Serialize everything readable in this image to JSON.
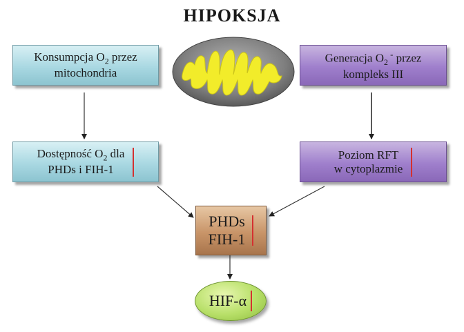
{
  "title": "HIPOKSJA",
  "boxes": {
    "consumption": {
      "line1_prefix": "Konsumpcja O",
      "line1_sub": "2",
      "line1_suffix": " przez",
      "line2": "mitochondria"
    },
    "generation": {
      "line1_prefix": "Generacja O",
      "line1_sub": "2",
      "line1_sup": " -",
      "line1_suffix": " przez",
      "line2": "kompleks III"
    },
    "availability": {
      "line1_prefix": "Dostępność O",
      "line1_sub": "2",
      "line1_suffix": " dla",
      "line2": "PHDs i FIH-1"
    },
    "rft_level": {
      "line1": "Poziom RFT",
      "line2": "w cytoplazmie"
    },
    "phds": {
      "line1": "PHDs",
      "line2": "FIH-1"
    },
    "hif": {
      "label": "HIF-α"
    }
  },
  "colors": {
    "blue_box": "#a9d8e2",
    "purple_box": "#9f7fcc",
    "brown_box": "#c89468",
    "green_oval": "#b7df68",
    "mitochondrion_outer": "#7f7f7f",
    "mitochondrion_inner": "#f2ec2a",
    "indicator_red": "#d43030"
  },
  "icons": [
    "mitochondrion-icon"
  ]
}
